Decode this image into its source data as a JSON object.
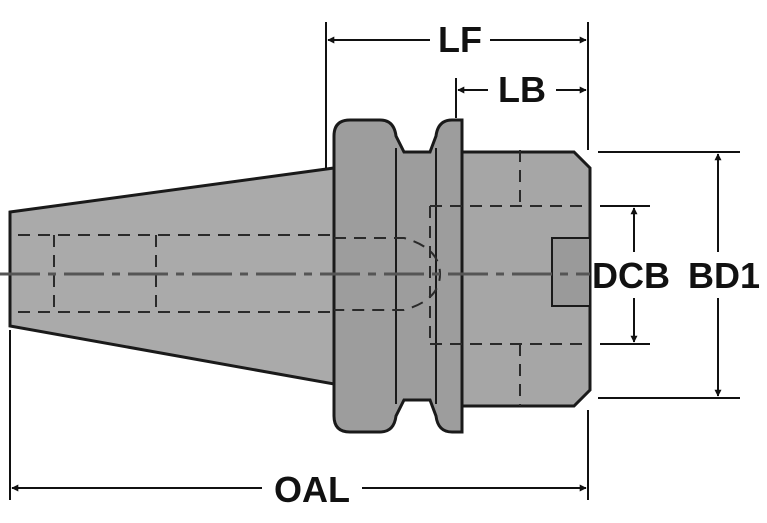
{
  "labels": {
    "lf": "LF",
    "lb": "LB",
    "dcb": "DCB",
    "bd1": "BD1",
    "oal": "OAL"
  },
  "colors": {
    "body_fill": "#a9a9a9",
    "flange_fill": "#9c9c9c",
    "outline": "#1a1a1a",
    "hidden_line": "#2a2a2a",
    "centerline": "#555555",
    "dimension": "#111111"
  }
}
